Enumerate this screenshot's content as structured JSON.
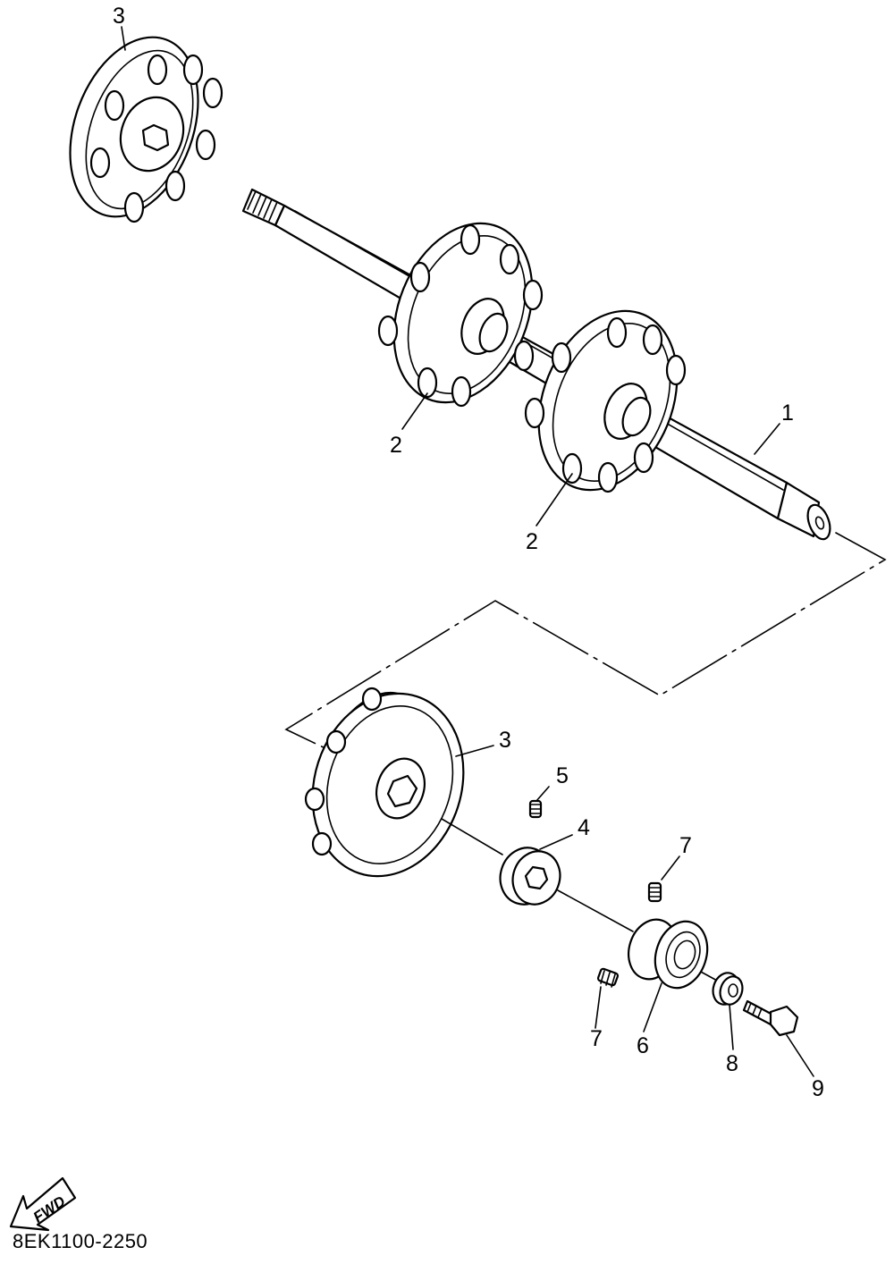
{
  "callouts": [
    "3",
    "2",
    "2",
    "1",
    "3",
    "5",
    "4",
    "7",
    "7",
    "6",
    "8",
    "9"
  ],
  "fwd_label": "FWD",
  "drawing_code": "8EK1100-2250",
  "colors": {
    "line": "#000000",
    "background": "#ffffff"
  }
}
